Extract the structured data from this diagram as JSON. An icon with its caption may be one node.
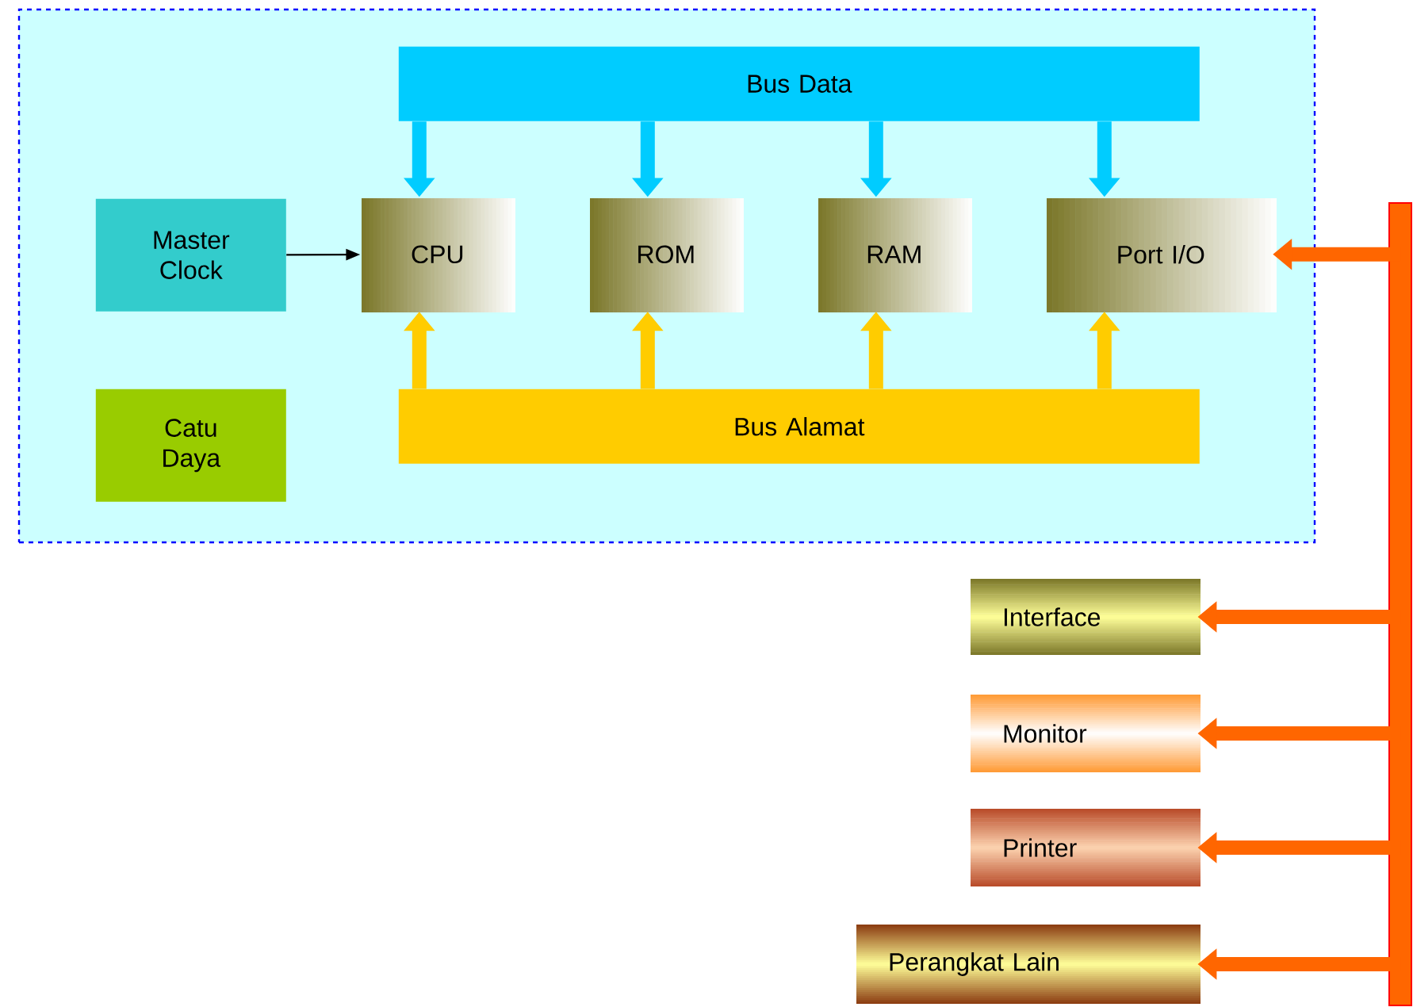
{
  "diagram": {
    "nodes": [
      {
        "text": [],
        "shape": "box"
      },
      {
        "text": [
          "Bus Data"
        ],
        "in": 0
      },
      {
        "text": [
          "Master Clock"
        ],
        "in": 0
      },
      {
        "text": [
          "CPU"
        ],
        "in": 0
      },
      {
        "text": [
          "ROM"
        ],
        "in": 0
      },
      {
        "text": [
          "RAM"
        ],
        "in": 0
      },
      {
        "text": [
          "Port I/O"
        ],
        "in": 0
      },
      {
        "text": [
          "Catu Daya"
        ],
        "in": 0
      },
      {
        "text": [
          "Bus Alamat"
        ],
        "in": 0
      },
      {
        "text": [],
        "shape": "bar"
      },
      {
        "text": [
          "Interface"
        ]
      },
      {
        "text": [
          "Monitor"
        ]
      },
      {
        "text": [
          "Printer"
        ]
      },
      {
        "text": [
          "Perangkat Lain"
        ]
      }
    ],
    "edges": [
      {
        "from": 1,
        "to": 3,
        "arrow": "to",
        "color": "#00ccff"
      },
      {
        "from": 1,
        "to": 4,
        "arrow": "to",
        "color": "#00ccff"
      },
      {
        "from": 1,
        "to": 5,
        "arrow": "to",
        "color": "#00ccff"
      },
      {
        "from": 1,
        "to": 6,
        "arrow": "to",
        "color": "#00ccff"
      },
      {
        "from": 2,
        "to": 3,
        "arrow": "to",
        "color": "#000000"
      },
      {
        "from": 8,
        "to": 3,
        "arrow": "to",
        "color": "#ffcc00"
      },
      {
        "from": 8,
        "to": 4,
        "arrow": "to",
        "color": "#ffcc00"
      },
      {
        "from": 8,
        "to": 5,
        "arrow": "to",
        "color": "#ffcc00"
      },
      {
        "from": 8,
        "to": 6,
        "arrow": "to",
        "color": "#ffcc00"
      },
      {
        "from": 9,
        "to": 6,
        "arrow": "to"
      },
      {
        "from": 9,
        "to": 10,
        "arrow": "to"
      },
      {
        "from": 9,
        "to": 11,
        "arrow": "to"
      },
      {
        "from": 9,
        "to": 12,
        "arrow": "to"
      },
      {
        "from": 9,
        "to": 13,
        "arrow": "to"
      }
    ]
  }
}
